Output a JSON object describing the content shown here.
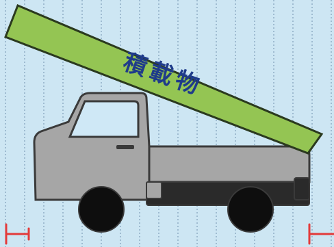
{
  "cargo": {
    "label": "積載物"
  },
  "colors": {
    "background": "#cde6f3",
    "grid_line": "#6f90ad",
    "cargo_fill": "#94c553",
    "cargo_outline": "#2b3a1f",
    "cargo_label": "#1f3b8a",
    "truck_body": "#a6a6a6",
    "truck_outline": "#3a3a3a",
    "cab_window": "#cfe8f6",
    "undercarriage": "#2a2a2a",
    "tire": "#0e0e0e",
    "marker": "#e33a3a"
  },
  "icons": {
    "truck": "kei-truck-side-view",
    "cargo": "overhanging-load-bar",
    "marker_left": "red-dimension-bracket-left",
    "marker_right": "red-dimension-bracket-right"
  }
}
